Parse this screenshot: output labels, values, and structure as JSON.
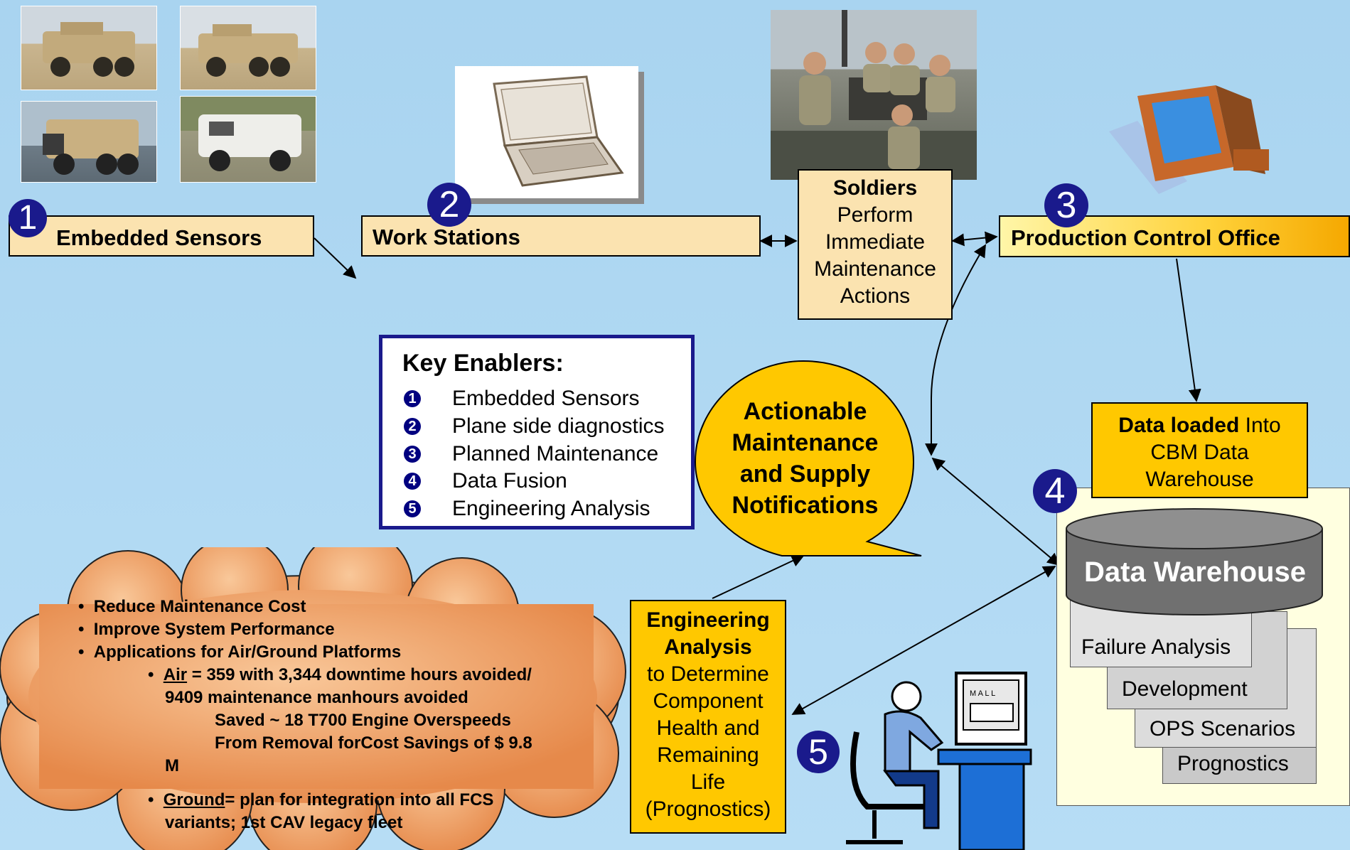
{
  "steps": {
    "s1": {
      "num": "1",
      "label": "Embedded Sensors"
    },
    "s2": {
      "num": "2",
      "label": "Work Stations"
    },
    "s3": {
      "num": "3",
      "label": "Production Control Office"
    },
    "s4": {
      "num": "4"
    },
    "s5": {
      "num": "5"
    }
  },
  "soldiers": {
    "bold": "Soldiers",
    "lines": [
      "Perform",
      "Immediate",
      "Maintenance",
      "Actions"
    ]
  },
  "key_enablers": {
    "title": "Key Enablers:",
    "items": [
      {
        "num": "1",
        "text": "Embedded Sensors"
      },
      {
        "num": "2",
        "text": "Plane side diagnostics"
      },
      {
        "num": "3",
        "text": "Planned Maintenance"
      },
      {
        "num": "4",
        "text": "Data Fusion"
      },
      {
        "num": "5",
        "text": "Engineering Analysis"
      }
    ]
  },
  "callout": {
    "lines": [
      "Actionable",
      "Maintenance",
      "and Supply",
      "Notifications"
    ]
  },
  "data_loaded": {
    "bold": "Data loaded",
    "rest": " Into",
    "lines": [
      "CBM Data",
      "Warehouse"
    ]
  },
  "warehouse": {
    "title": "Data Warehouse",
    "sheets": [
      "Failure Analysis",
      "Development",
      "OPS Scenarios",
      "Prognostics"
    ]
  },
  "engineering": {
    "bold_lines": [
      "Engineering",
      "Analysis"
    ],
    "lines": [
      "to Determine",
      "Component",
      "Health and",
      "Remaining",
      "Life",
      "(Prognostics)"
    ]
  },
  "cloud": {
    "bullets": [
      "Reduce Maintenance Cost",
      "Improve System Performance",
      "Applications for Air/Ground Platforms"
    ],
    "air": {
      "u": "Air",
      "rest": " = 359 with 3,344 downtime hours avoided/",
      "line2": "9409 maintenance manhours avoided"
    },
    "saved": [
      "Saved ~ 18 T700 Engine Overspeeds",
      "From Removal forCost Savings of $ 9.8"
    ],
    "m": "M",
    "ground": {
      "u": "Ground",
      "rest": "= plan for integration into all FCS",
      "line2": "variants; 1st CAV legacy fleet"
    }
  },
  "monitor_text": "M A L L"
}
